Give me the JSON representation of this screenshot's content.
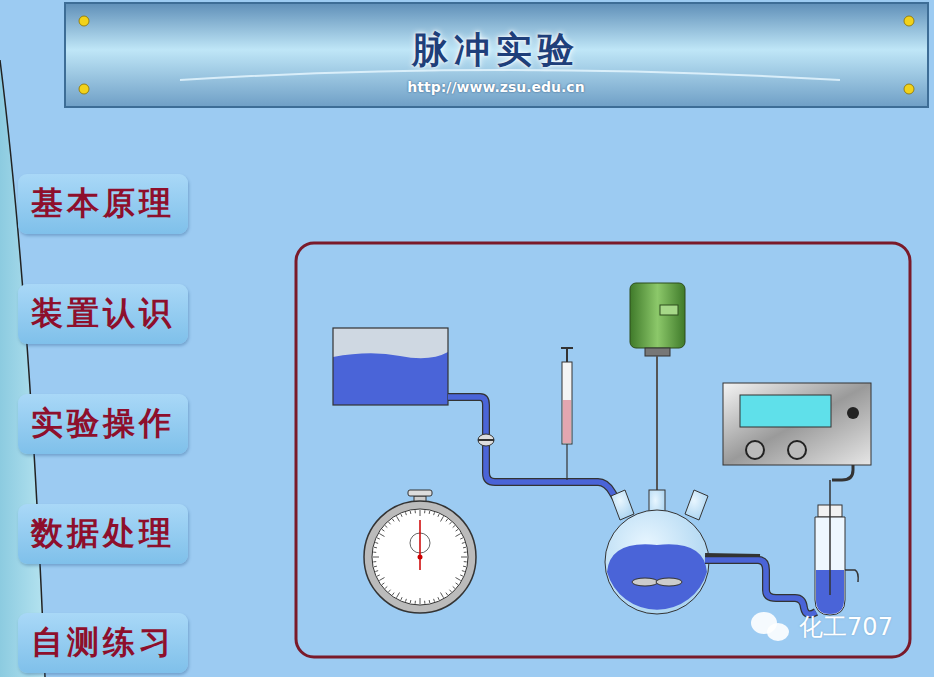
{
  "diagram": {
    "title": "脉冲实验",
    "nodes": [
      {
        "text": [
          "基本原理"
        ]
      },
      {
        "text": [
          "装置认识"
        ]
      },
      {
        "text": [
          "实验操作"
        ]
      },
      {
        "text": [
          "数据处理"
        ]
      },
      {
        "text": [
          "自测练习"
        ]
      }
    ],
    "labels": [
      "http://www.zsu.edu.cn",
      "化工707"
    ]
  }
}
